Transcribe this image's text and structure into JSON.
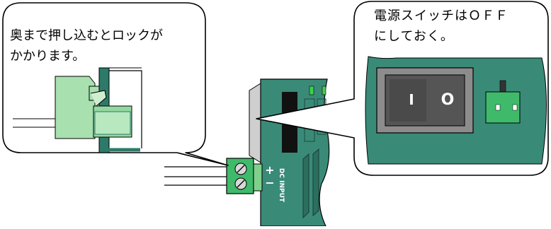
{
  "callouts": {
    "left": {
      "line1": "奥まで押し込むとロックが",
      "line2": "かかります。"
    },
    "right": {
      "line1": "電源スイッチはＯＦＦ",
      "line2": "にしておく。"
    }
  },
  "device": {
    "port_label": "DC INPUT",
    "plus_sign": "+",
    "minus_sign": "−"
  },
  "switch": {
    "on_symbol": "I",
    "off_symbol": "O"
  },
  "colors": {
    "board_green": "#3a8a78",
    "board_dark": "#2d6f5f",
    "connector_green": "#3fba6a",
    "connector_light": "#a8e0b0",
    "switch_face": "#8c8c8c",
    "switch_rocker": "#555555"
  }
}
